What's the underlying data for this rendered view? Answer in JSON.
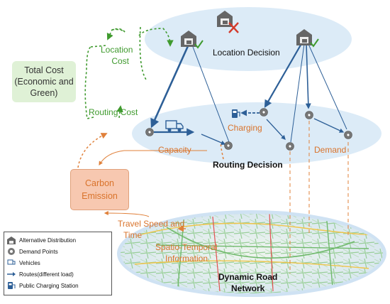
{
  "total_cost": {
    "line1": "Total Cost",
    "line2": "(Economic and",
    "line3": "Green)"
  },
  "carbon_emission": {
    "line1": "Carbon",
    "line2": "Emission"
  },
  "labels": {
    "location_cost_1": "Location",
    "location_cost_2": "Cost",
    "routing_cost": "Routing Cost",
    "location_decision": "Location Decision",
    "charging": "Charging",
    "capacity": "Capacity",
    "demand": "Demand",
    "routing_decision": "Routing Decision",
    "travel_speed_1": "Travel Speed and",
    "travel_speed_2": "Time",
    "spatio_1": "Spatio-Temporal",
    "spatio_2": "Information",
    "network_1": "Dynamic Road",
    "network_2": "Network"
  },
  "legend": [
    {
      "icon": "warehouse-icon",
      "label": "Alternative Distribution"
    },
    {
      "icon": "demand-point-icon",
      "label": "Demand Points"
    },
    {
      "icon": "vehicle-icon",
      "label": "Vehicles"
    },
    {
      "icon": "route-arrow-icon",
      "label": "Routes(different load)"
    },
    {
      "icon": "charging-station-icon",
      "label": "Public Charging Station"
    }
  ],
  "colors": {
    "green": "#3f9a2e",
    "orange": "#e0803a",
    "blue": "#2d5f97",
    "ellipse": "#dcebf7",
    "total_cost_box": "#dff1d6",
    "carbon_box": "#f7c8b0"
  }
}
